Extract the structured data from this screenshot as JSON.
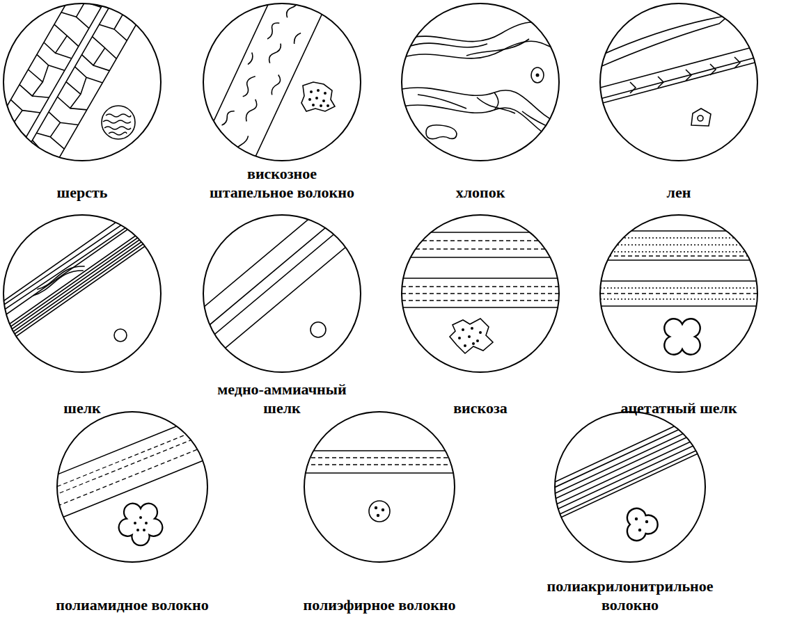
{
  "diagram": {
    "nodes": [
      {
        "text": [
          "шерсть"
        ]
      },
      {
        "text": [
          "вискозное штапельное волокно"
        ]
      },
      {
        "text": [
          "хлопок"
        ]
      },
      {
        "text": [
          "лен"
        ]
      },
      {
        "text": [
          "шелк"
        ]
      },
      {
        "text": [
          "медно-аммиачный шелк"
        ]
      },
      {
        "text": [
          "вискоза"
        ]
      },
      {
        "text": [
          "ацетатный шелк"
        ]
      },
      {
        "text": [
          "полиамидное волокно"
        ]
      },
      {
        "text": [
          "полиэфирное волокно"
        ]
      },
      {
        "text": [
          "полиакрилонитрильное волокно"
        ]
      }
    ]
  }
}
